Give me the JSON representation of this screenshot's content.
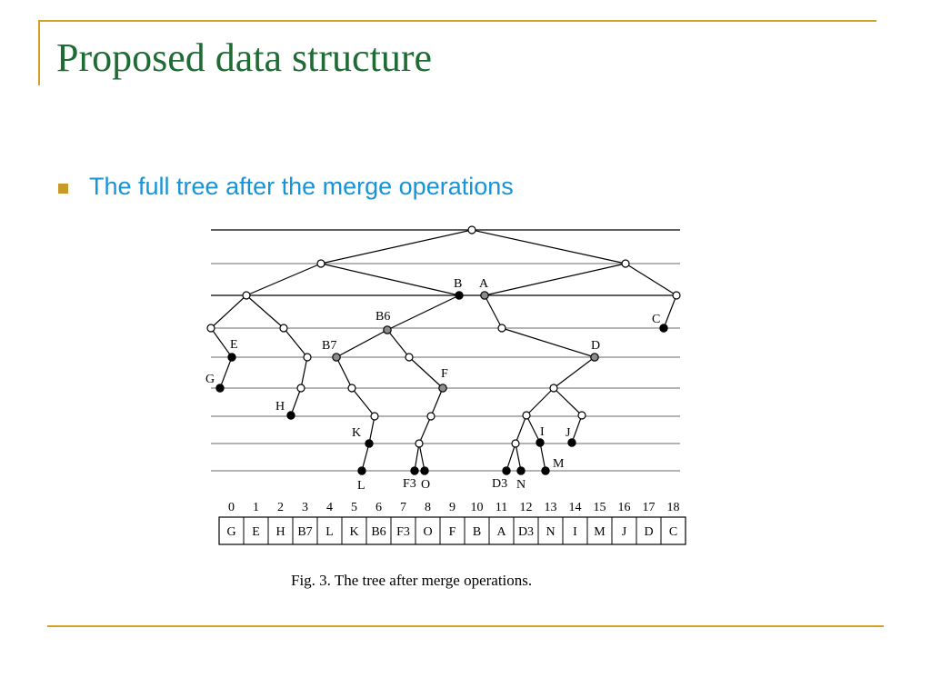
{
  "slide": {
    "title": "Proposed data structure",
    "bullet": "The full tree after the merge operations"
  },
  "figure": {
    "node_labels": {
      "B": "B",
      "A": "A",
      "B6": "B6",
      "C": "C",
      "E": "E",
      "B7": "B7",
      "D": "D",
      "F": "F",
      "G": "G",
      "H": "H",
      "K": "K",
      "I": "I",
      "J": "J",
      "M": "M",
      "L": "L",
      "F3": "F3",
      "O": "O",
      "D3": "D3",
      "N": "N"
    },
    "array_indices": [
      "0",
      "1",
      "2",
      "3",
      "4",
      "5",
      "6",
      "7",
      "8",
      "9",
      "10",
      "11",
      "12",
      "13",
      "14",
      "15",
      "16",
      "17",
      "18"
    ],
    "array_cells": [
      "G",
      "E",
      "H",
      "B7",
      "L",
      "K",
      "B6",
      "F3",
      "O",
      "F",
      "B",
      "A",
      "D3",
      "N",
      "I",
      "M",
      "J",
      "D",
      "C"
    ],
    "caption": "Fig. 3.  The tree after merge operations."
  },
  "colors": {
    "title": "#1f6b34",
    "bullet_text": "#1793d8",
    "bullet_square": "#c99a2a",
    "accent_line": "#d6a12a",
    "filled_node": "#000000",
    "gray_node": "#8c8c8c",
    "open_node": "#ffffff"
  }
}
